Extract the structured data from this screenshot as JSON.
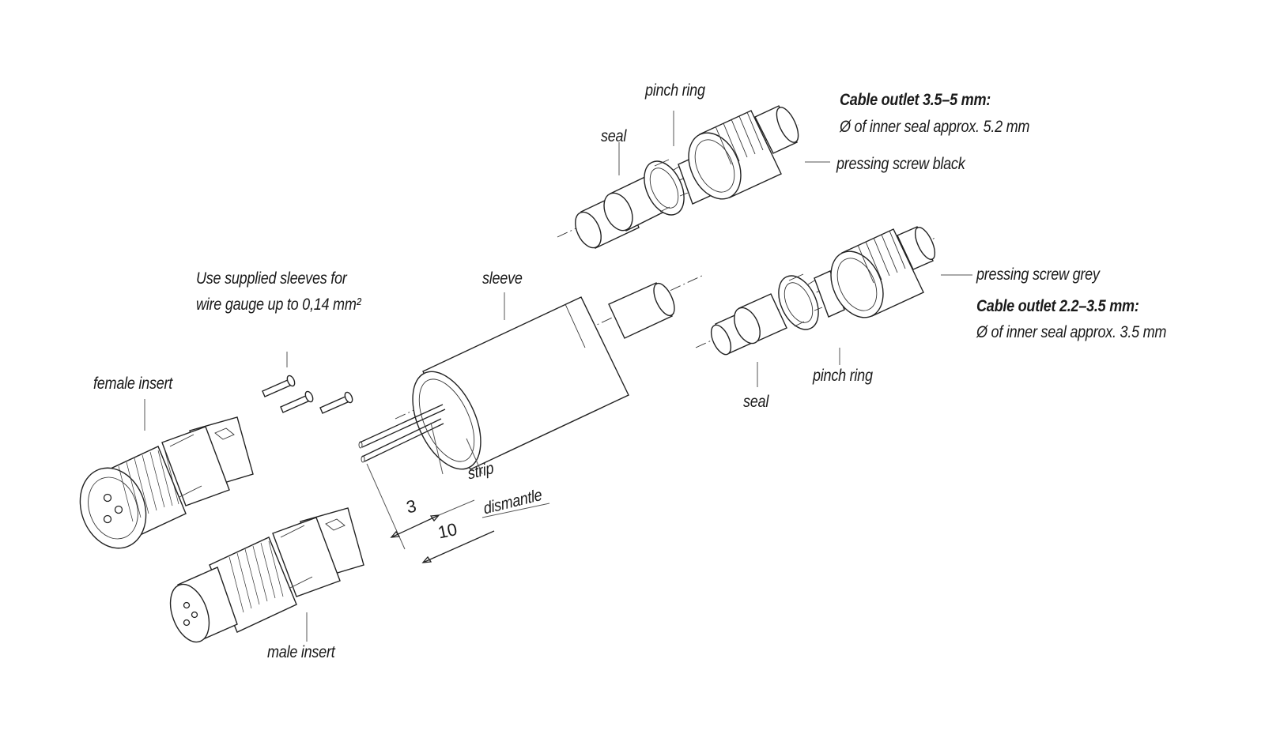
{
  "labels": {
    "outlet_large_title": "Cable outlet 3.5–5 mm:",
    "outlet_large_desc": "Ø of inner seal approx. 5.2 mm",
    "pinch_ring_top": "pinch ring",
    "seal_top": "seal",
    "pressing_screw_black": "pressing screw black",
    "sleeve_note_line1": "Use supplied sleeves for",
    "sleeve_note_line2": "wire gauge up to 0,14 mm²",
    "sleeve": "sleeve",
    "pressing_screw_grey": "pressing screw grey",
    "outlet_small_title": "Cable outlet 2.2–3.5 mm:",
    "outlet_small_desc": "Ø of inner seal approx. 3.5 mm",
    "female_insert": "female insert",
    "pinch_ring_bottom": "pinch ring",
    "seal_bottom": "seal",
    "strip": "strip",
    "dismantle": "dismantle",
    "dim_strip": "3",
    "dim_dismantle": "10",
    "male_insert": "male insert"
  },
  "colors": {
    "line": "#222222",
    "background": "#ffffff"
  }
}
